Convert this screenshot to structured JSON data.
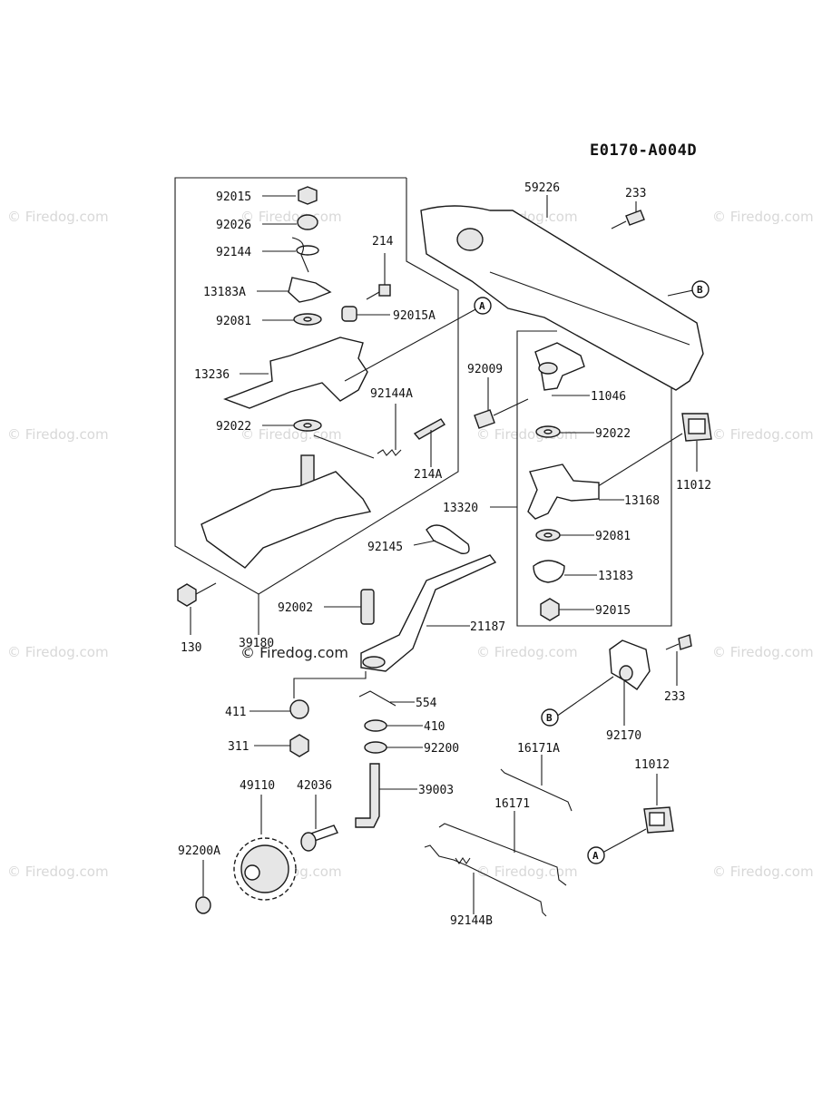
{
  "diagram_code": "E0170-A004D",
  "watermark": "© Firedog.com",
  "callouts": {
    "A": "A",
    "B": "B"
  },
  "parts": {
    "p92015_top": "92015",
    "p92026": "92026",
    "p92144": "92144",
    "p214": "214",
    "p13183A": "13183A",
    "p92081_left": "92081",
    "p92015A": "92015A",
    "p13236": "13236",
    "p92144A": "92144A",
    "p92022_left": "92022",
    "p214A": "214A",
    "p92145": "92145",
    "p130": "130",
    "p39180": "39180",
    "p92002": "92002",
    "p21187": "21187",
    "p411": "411",
    "p554": "554",
    "p410": "410",
    "p311": "311",
    "p92200": "92200",
    "p49110": "49110",
    "p42036": "42036",
    "p39003": "39003",
    "p92200A": "92200A",
    "p59226": "59226",
    "p233_top": "233",
    "p92009": "92009",
    "p11046": "11046",
    "p92022_right": "92022",
    "p11012_top": "11012",
    "p13320": "13320",
    "p13168": "13168",
    "p92081_right": "92081",
    "p13183": "13183",
    "p92015_right": "92015",
    "p233_mid": "233",
    "p92170": "92170",
    "p16171A": "16171A",
    "p16171": "16171",
    "p11012_bot": "11012",
    "p92144B": "92144B"
  }
}
